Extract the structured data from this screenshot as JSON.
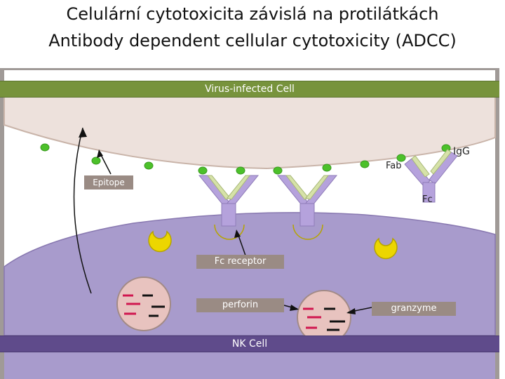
{
  "title_cz": "Celulární cytotoxicita závislá na protilátkách",
  "title_en": "Antibody dependent cellular cytotoxicity (ADCC)",
  "labels": {
    "virus_cell": "Virus-infected Cell",
    "nk_cell": "NK Cell",
    "epitope": "Epitope",
    "fc_receptor": "Fc receptor",
    "perforin": "perforin",
    "granzyme": "granzyme",
    "fab": "Fab",
    "fc": "Fc",
    "igg": "IgG"
  },
  "colors": {
    "virus_bar": "#77933c",
    "nk_bar": "#5f4b8b",
    "nk_cell": "#a89bcc",
    "virus_cell": "#ede1dc",
    "epitope": "#4cc12a",
    "fc_receptor": "#ecd600",
    "antibody": "#b5a2dc",
    "label_box": "#9a8b84"
  }
}
